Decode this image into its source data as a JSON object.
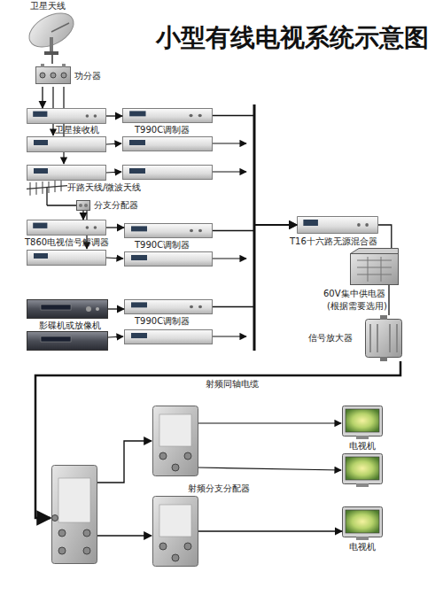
{
  "diagram": {
    "title": "小型有线电视系统示意图",
    "nodes": [
      {
        "text": [
          "卫星天线"
        ]
      },
      {
        "text": [
          "功分器"
        ]
      },
      {
        "text": [
          "卫星接收机"
        ]
      },
      {
        "text": [
          "T990C调制器"
        ]
      },
      {
        "text": [
          "开路天线/微波天线"
        ]
      },
      {
        "text": [
          "分支分配器"
        ]
      },
      {
        "text": [
          "T860电视信号解调器"
        ]
      },
      {
        "text": [
          "T990C调制器"
        ]
      },
      {
        "text": [
          "影碟机或放像机"
        ]
      },
      {
        "text": [
          "T990C调制器"
        ]
      },
      {
        "text": [
          "T16十六路无源混合器"
        ]
      },
      {
        "text": [
          "60V集中供电器",
          "(根据需要选用)"
        ]
      },
      {
        "text": [
          "信号放大器"
        ]
      },
      {
        "text": [
          "射频分支分配器"
        ]
      },
      {
        "text": [
          "电视机"
        ]
      },
      {
        "text": [
          "电视机"
        ]
      }
    ],
    "edges": [
      {
        "from": 0,
        "to": 1,
        "arrow": "none"
      },
      {
        "from": 1,
        "to": 2,
        "arrow": "to"
      },
      {
        "from": 2,
        "to": 3,
        "arrow": "to"
      },
      {
        "from": 4,
        "to": 5,
        "arrow": "none"
      },
      {
        "from": 5,
        "to": 6,
        "arrow": "to"
      },
      {
        "from": 6,
        "to": 7,
        "arrow": "to"
      },
      {
        "from": 8,
        "to": 9,
        "arrow": "to"
      },
      {
        "from": 3,
        "to": 10,
        "arrow": "to"
      },
      {
        "from": 7,
        "to": 10,
        "arrow": "to"
      },
      {
        "from": 9,
        "to": 10,
        "arrow": "to"
      },
      {
        "from": 10,
        "to": 11,
        "arrow": "none"
      },
      {
        "from": 11,
        "to": 12,
        "arrow": "none"
      },
      {
        "from": 13,
        "to": 15,
        "arrow": "to"
      }
    ],
    "labels": [
      "射频同轴电缆"
    ]
  }
}
